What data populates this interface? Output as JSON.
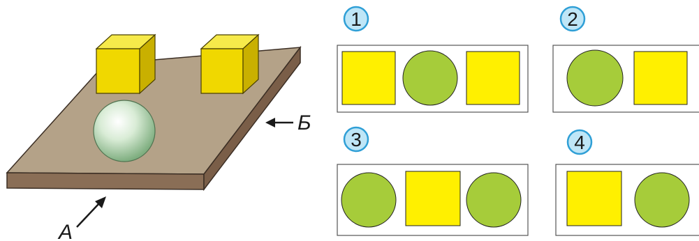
{
  "view_labels": {
    "a": "А",
    "b": "Б"
  },
  "options": [
    {
      "number": "1",
      "shapes": [
        "square",
        "circle",
        "square"
      ]
    },
    {
      "number": "2",
      "shapes": [
        "circle",
        "square"
      ]
    },
    {
      "number": "3",
      "shapes": [
        "circle",
        "square",
        "circle"
      ]
    },
    {
      "number": "4",
      "shapes": [
        "square",
        "circle"
      ]
    }
  ],
  "colors": {
    "board_top": "#b4a288",
    "board_front": "#8a6e56",
    "board_side": "#7a5e48",
    "cube": "#f0d800",
    "square": "#fff000",
    "circle": "#a6cc3a",
    "badge": "#bfe6f7",
    "badge_border": "#2f9fd6"
  }
}
